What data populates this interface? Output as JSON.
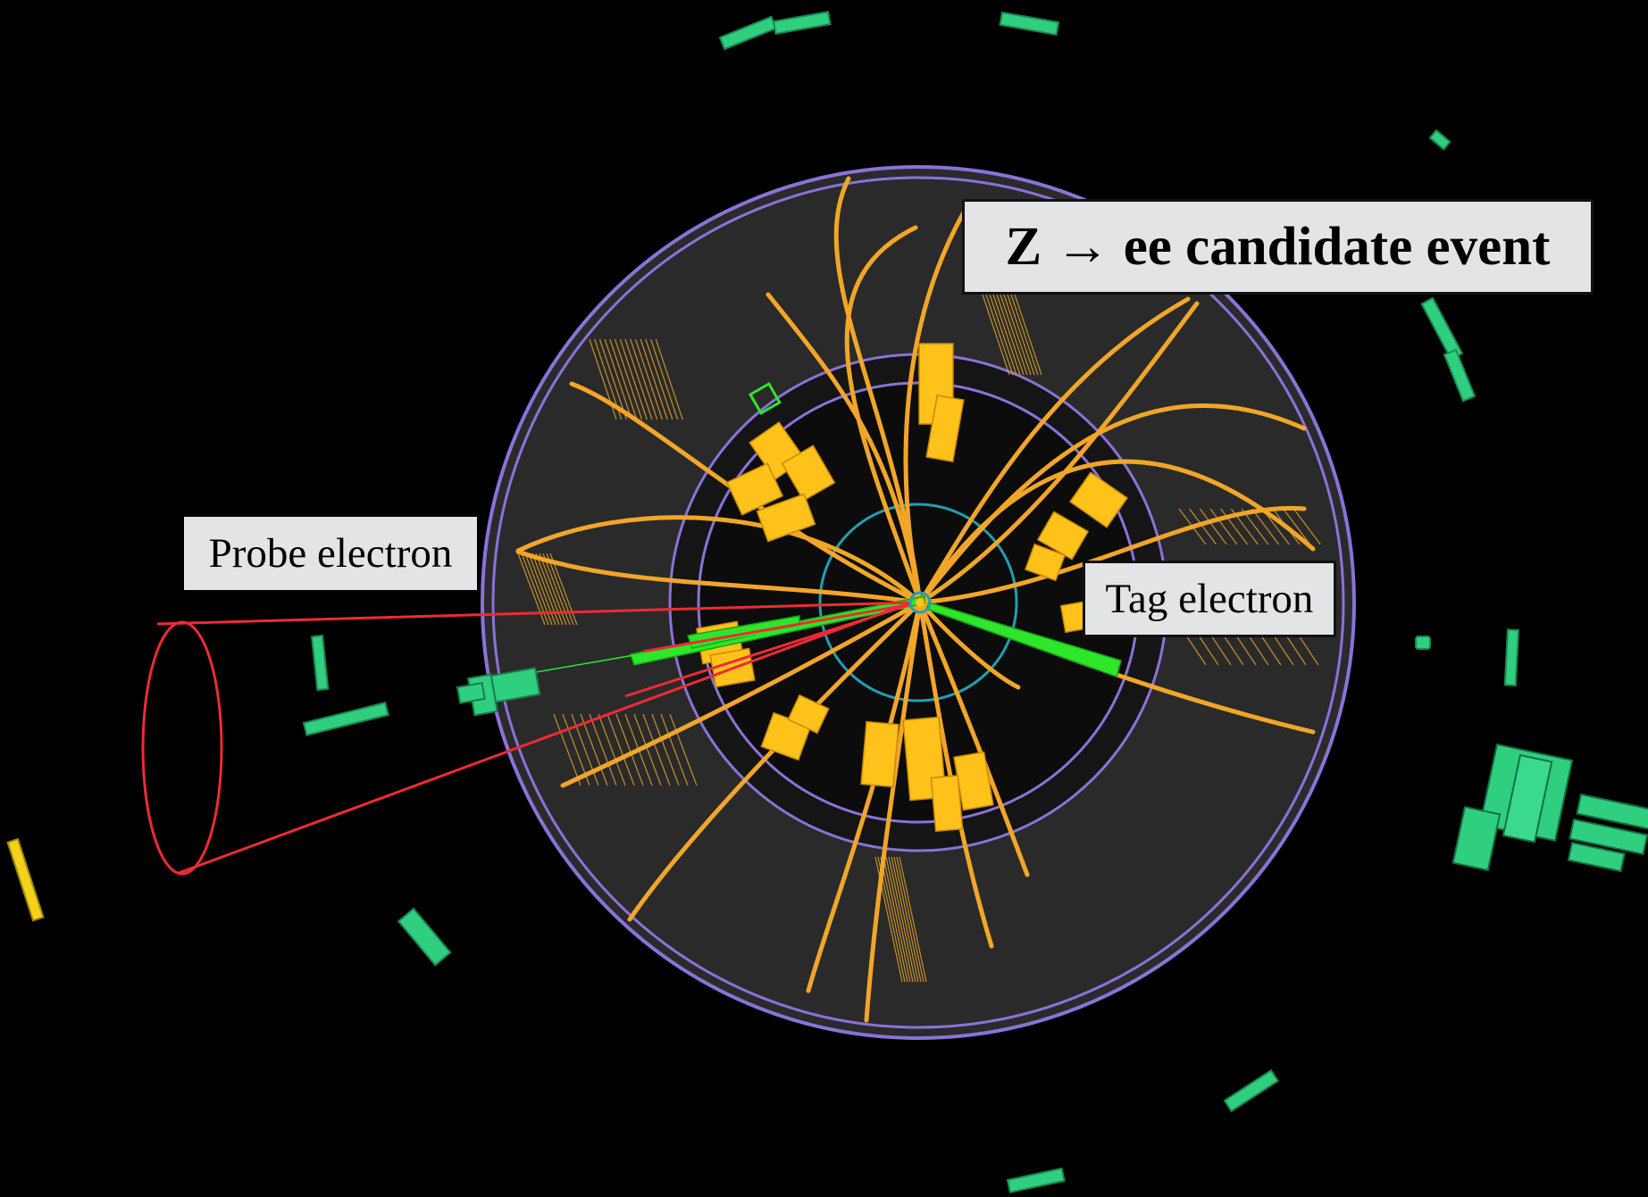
{
  "labels": {
    "title": "Z → ee candidate event",
    "probe": "Probe electron",
    "tag": "Tag electron"
  },
  "colors": {
    "background": "#000000",
    "detector_fill": "#2a2a2a",
    "inner_region": "#0c0c0c",
    "ring_purple": "#8b72d8",
    "ring_teal": "#1fa1b2",
    "tracks": "#f2a628",
    "calo_deposits": "#ffc21a",
    "electron_deposits": "#2ee62a",
    "muon_chambers": "#2fcf7f",
    "cone": "#ee2b33",
    "label_background": "#e3e4e6"
  },
  "icons": {
    "cone": "cone-outline",
    "chambers": "rectangular-bars"
  }
}
